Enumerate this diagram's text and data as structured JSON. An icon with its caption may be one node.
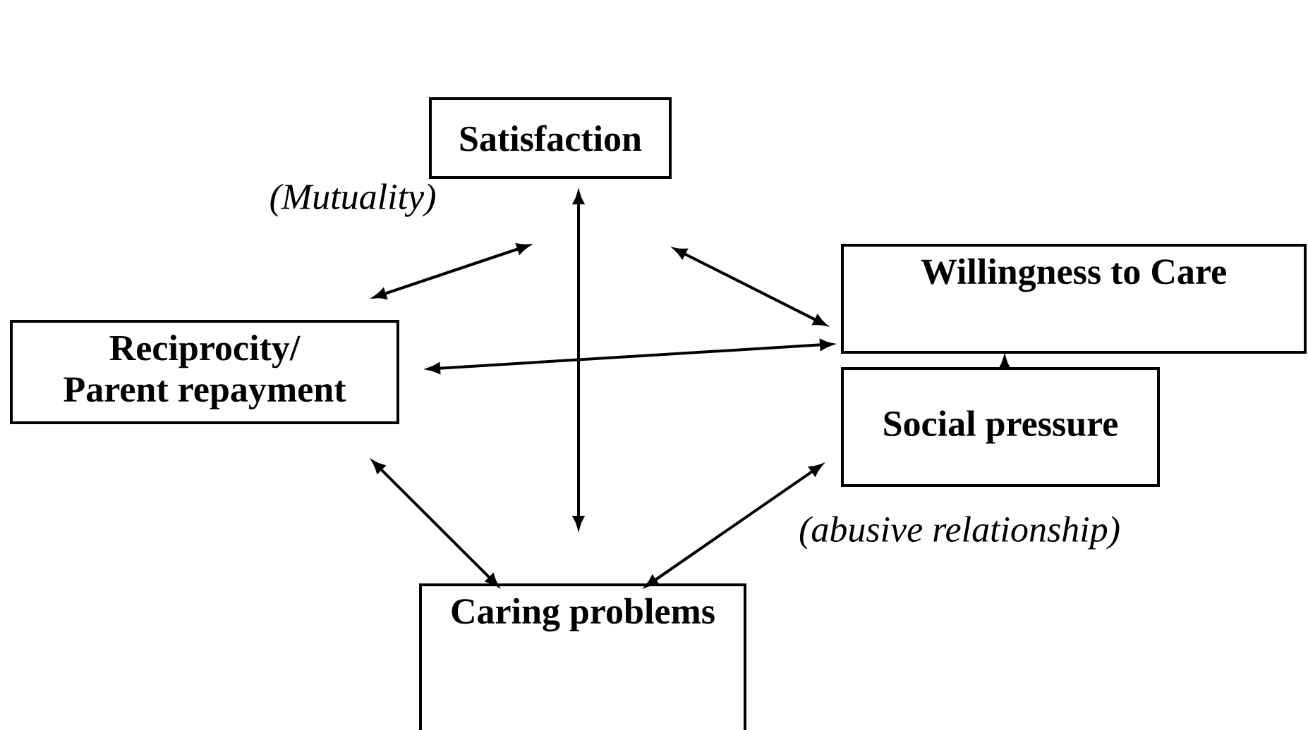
{
  "diagram": {
    "nodes": [
      {
        "text": [
          "Satisfaction"
        ]
      },
      {
        "text": [
          "Willingness to Care"
        ]
      },
      {
        "text": [
          "Reciprocity/ Parent repayment"
        ]
      },
      {
        "text": [
          "Social pressure"
        ]
      },
      {
        "text": [
          "Caring problems"
        ]
      }
    ],
    "edges": [
      {
        "from": 0,
        "to": 2,
        "arrow": "both"
      },
      {
        "from": 0,
        "to": 1,
        "arrow": "both"
      },
      {
        "from": 0,
        "to": 4,
        "arrow": "both"
      },
      {
        "from": 2,
        "to": 1,
        "arrow": "both"
      },
      {
        "from": 2,
        "to": 4,
        "arrow": "both"
      },
      {
        "from": 4,
        "to": 3,
        "arrow": "both"
      },
      {
        "from": 3,
        "to": 1,
        "arrow": "to"
      }
    ],
    "labels": [
      "(Mutuality)",
      "(abusive relationship)"
    ]
  }
}
